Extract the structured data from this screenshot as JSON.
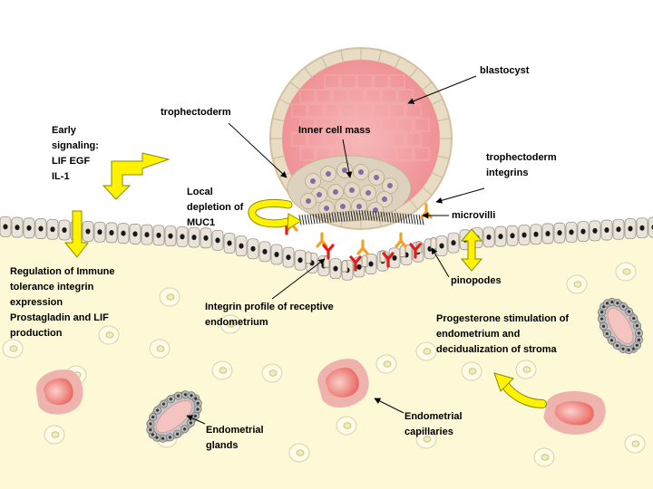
{
  "labels": {
    "blastocyst": "blastocyst",
    "trophectoderm": "trophectoderm",
    "inner_cell_mass": "Inner cell mass",
    "early_signaling": {
      "line1": "Early",
      "line2": "signaling:",
      "line3": "LIF  EGF",
      "line4": "IL-1"
    },
    "trophectoderm_integrins": {
      "line1": "trophectoderm",
      "line2": "integrins"
    },
    "local_depletion": {
      "line1": "Local",
      "line2": "depletion of",
      "line3": "MUC1"
    },
    "microvilli": "microvilli",
    "pinopodes": "pinopodes",
    "regulation": {
      "line1": "Regulation of Immune",
      "line2": "tolerance integrin",
      "line3": "expression",
      "line4": "Prostagladin and LIF",
      "line5": "production"
    },
    "integrin_profile": {
      "line1": "Integrin profile of receptive",
      "line2": "endometrium"
    },
    "progesterone": {
      "line1": "Progesterone stimulation of",
      "line2": "endometrium and",
      "line3": "decidualization of stroma"
    },
    "endometrial_capillaries": {
      "line1": "Endometrial",
      "line2": "capillaries"
    },
    "endometrial_glands": {
      "line1": "Endometrial",
      "line2": "glands"
    }
  },
  "colors": {
    "stroma": "#fdf8d6",
    "epithelium": "#e9e3da",
    "nucleus": "#1a1a1a",
    "blastocyst_fill": "#f29a9c",
    "trophectoderm_cells": "#e8dcc4",
    "inner_cell_mass_nuclei": "#8a6aa4",
    "integrin_orange": "#f4a21e",
    "integrin_red": "#e31b1b",
    "arrow_yellow": "#fff200",
    "capillary": "#f08c80",
    "gland": "#b9b9b9"
  }
}
